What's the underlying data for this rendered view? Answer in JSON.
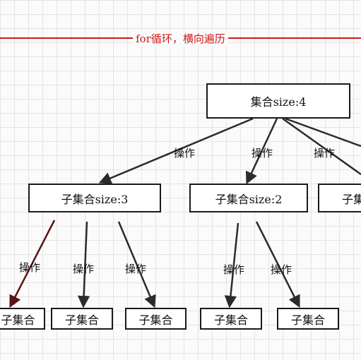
{
  "banner": {
    "text": "for循环，横向遍历",
    "color": "#d01818"
  },
  "root": {
    "label": "集合size:4"
  },
  "level1": [
    {
      "label": "子集合size:3"
    },
    {
      "label": "子集合size:2"
    },
    {
      "label": "子集合"
    }
  ],
  "level2": [
    {
      "label": "子集合"
    },
    {
      "label": "子集合"
    },
    {
      "label": "子集合"
    },
    {
      "label": "子集合"
    },
    {
      "label": "子集合"
    }
  ],
  "edge_label": "操作",
  "colors": {
    "edge": "#2b2b2b",
    "edge_first": "#5a1414",
    "box_border": "#1a1a1a"
  }
}
